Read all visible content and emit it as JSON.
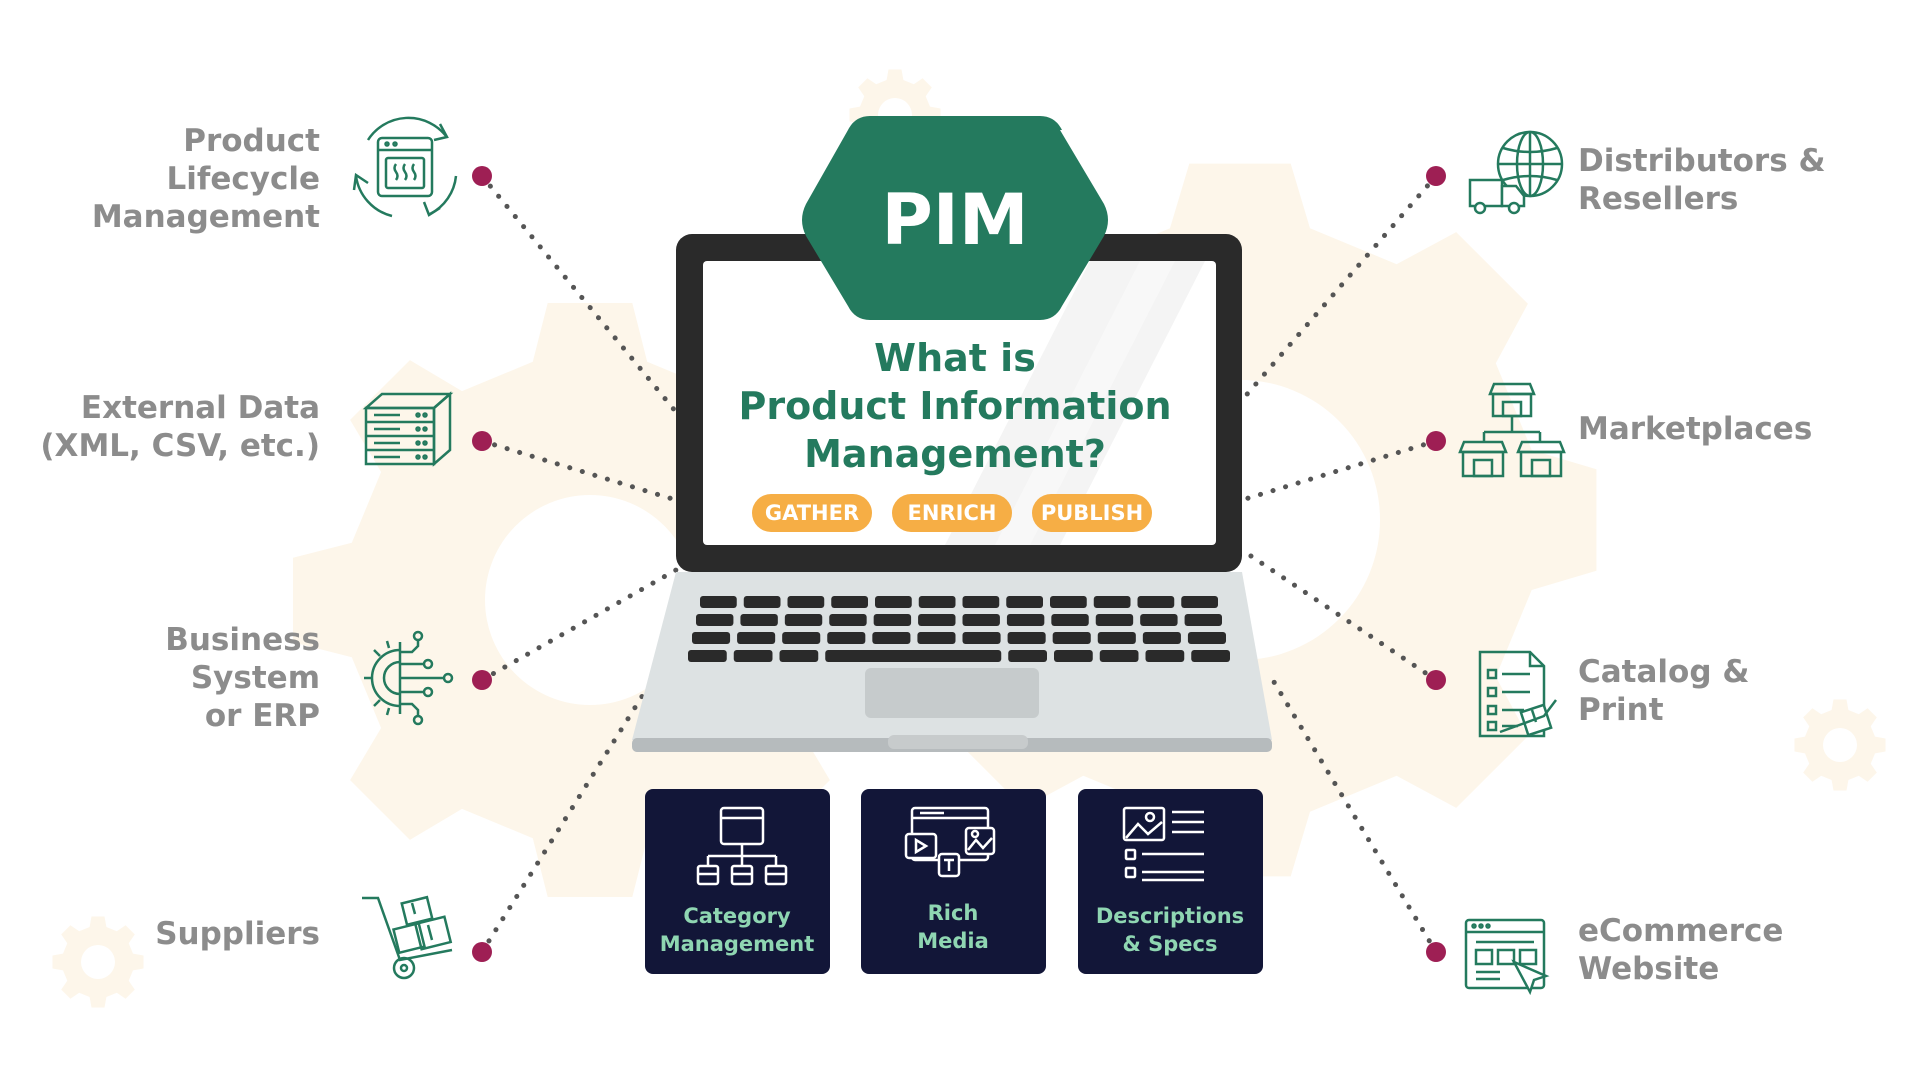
{
  "hub": {
    "badge": "PIM",
    "title_lines": [
      "What is",
      "Product Information",
      "Management?"
    ],
    "steps": [
      "GATHER",
      "ENRICH",
      "PUBLISH"
    ]
  },
  "sources": [
    {
      "lines": [
        "Product",
        "Lifecycle",
        "Management"
      ],
      "icon": "lifecycle-oven-icon"
    },
    {
      "lines": [
        "External Data",
        "(XML, CSV, etc.)"
      ],
      "icon": "server-rack-icon"
    },
    {
      "lines": [
        "Business",
        "System",
        "or ERP"
      ],
      "icon": "gear-circuit-icon"
    },
    {
      "lines": [
        "Suppliers"
      ],
      "icon": "hand-truck-icon"
    }
  ],
  "channels": [
    {
      "lines": [
        "Distributors &",
        "Resellers"
      ],
      "icon": "globe-truck-icon"
    },
    {
      "lines": [
        "Marketplaces"
      ],
      "icon": "storefronts-icon"
    },
    {
      "lines": [
        "Catalog &",
        "Print"
      ],
      "icon": "checklist-box-icon"
    },
    {
      "lines": [
        "eCommerce",
        "Website"
      ],
      "icon": "browser-cursor-icon"
    }
  ],
  "capabilities": [
    {
      "lines": [
        "Category",
        "Management"
      ],
      "icon": "hierarchy-icon"
    },
    {
      "lines": [
        "Rich",
        "Media"
      ],
      "icon": "media-icon"
    },
    {
      "lines": [
        "Descriptions",
        "& Specs"
      ],
      "icon": "document-specs-icon"
    }
  ],
  "colors": {
    "brand_green": "#247a5e",
    "accent_orange": "#f6ae45",
    "connector_dot": "#9e1f54",
    "label_gray": "#8c8c8c",
    "card_navy": "#121638",
    "card_text": "#8fd6b2",
    "gear_cream": "#fdf6ea"
  }
}
